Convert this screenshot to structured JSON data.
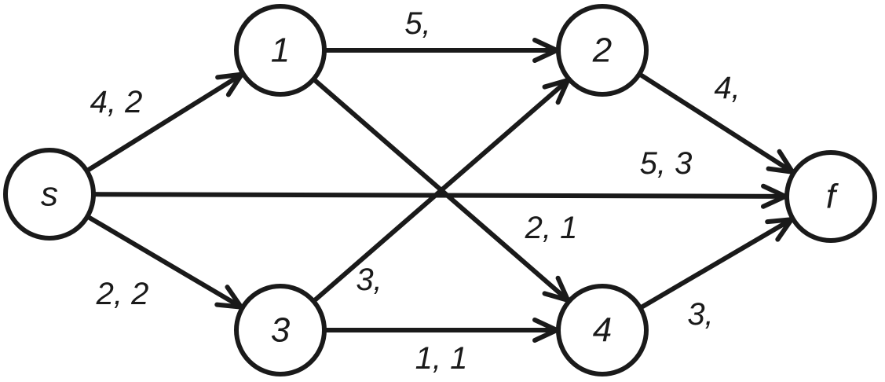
{
  "graph": {
    "stroke_color": "#1a1a1a",
    "nodes": [
      {
        "id": "s",
        "label": "s"
      },
      {
        "id": "1",
        "label": "1"
      },
      {
        "id": "2",
        "label": "2"
      },
      {
        "id": "3",
        "label": "3"
      },
      {
        "id": "4",
        "label": "4"
      },
      {
        "id": "f",
        "label": "f"
      }
    ],
    "edges": [
      {
        "from": "s",
        "to": "1",
        "label": "4, 2"
      },
      {
        "from": "s",
        "to": "f",
        "label": "5, 3"
      },
      {
        "from": "s",
        "to": "3",
        "label": "2, 2"
      },
      {
        "from": "1",
        "to": "2",
        "label": "5,"
      },
      {
        "from": "1",
        "to": "4",
        "label": "2, 1"
      },
      {
        "from": "3",
        "to": "2",
        "label": "3,"
      },
      {
        "from": "3",
        "to": "4",
        "label": "1, 1"
      },
      {
        "from": "2",
        "to": "f",
        "label": "4,"
      },
      {
        "from": "4",
        "to": "f",
        "label": "3,"
      }
    ]
  }
}
